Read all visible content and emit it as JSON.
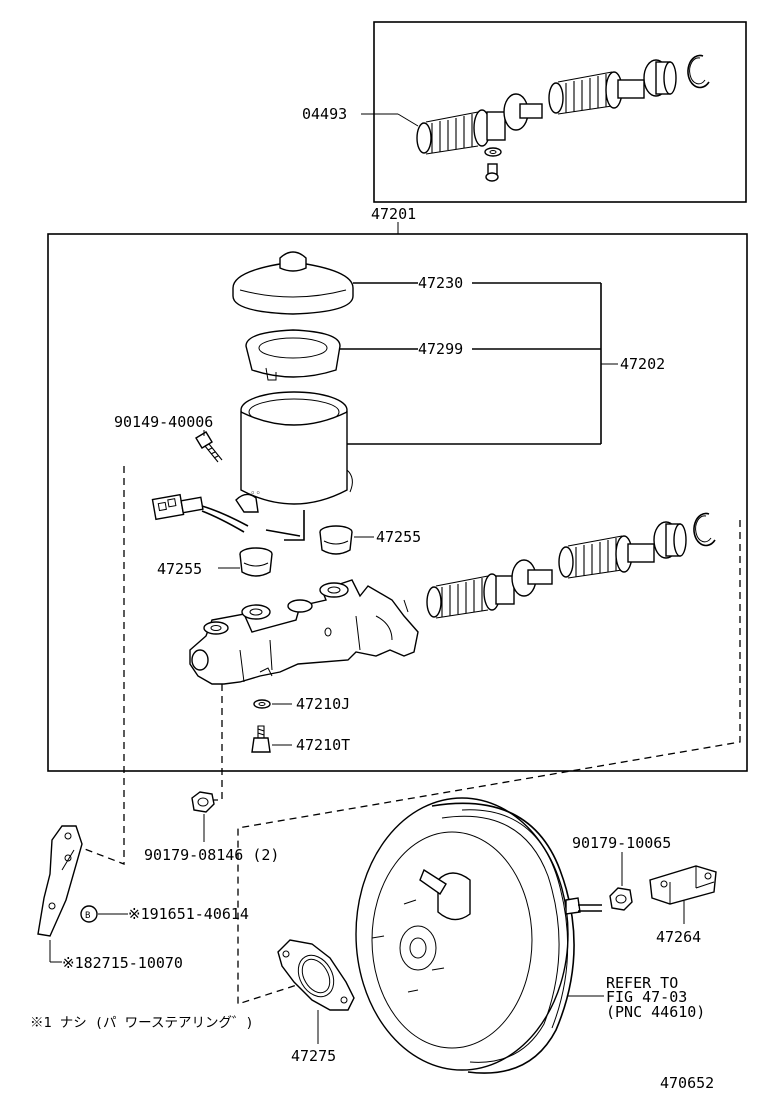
{
  "diagram": {
    "figure_number": "470652",
    "legend_note": "※1 ナシ (パ ワーステアリング゛)",
    "parts": {
      "kit": "04493",
      "master_cylinder_assy": "47201",
      "reservoir_cap": "47230",
      "cap_seal": "47299",
      "reservoir_assy": "47202",
      "level_switch_screw": "90149-40006",
      "grommet_right": "47255",
      "grommet_left": "47255",
      "gasket": "47210J",
      "union_bolt": "47210T",
      "nut_left": "90179-08146 (2)",
      "bracket_bolt": "※191651-40614",
      "bracket": "※182715-10070",
      "nut_right": "90179-10065",
      "clevis": "47264",
      "booster_gasket": "47275",
      "refer_line1": "REFER TO",
      "refer_line2": "FIG 47-03",
      "refer_line3": "(PNC 44610)"
    }
  }
}
